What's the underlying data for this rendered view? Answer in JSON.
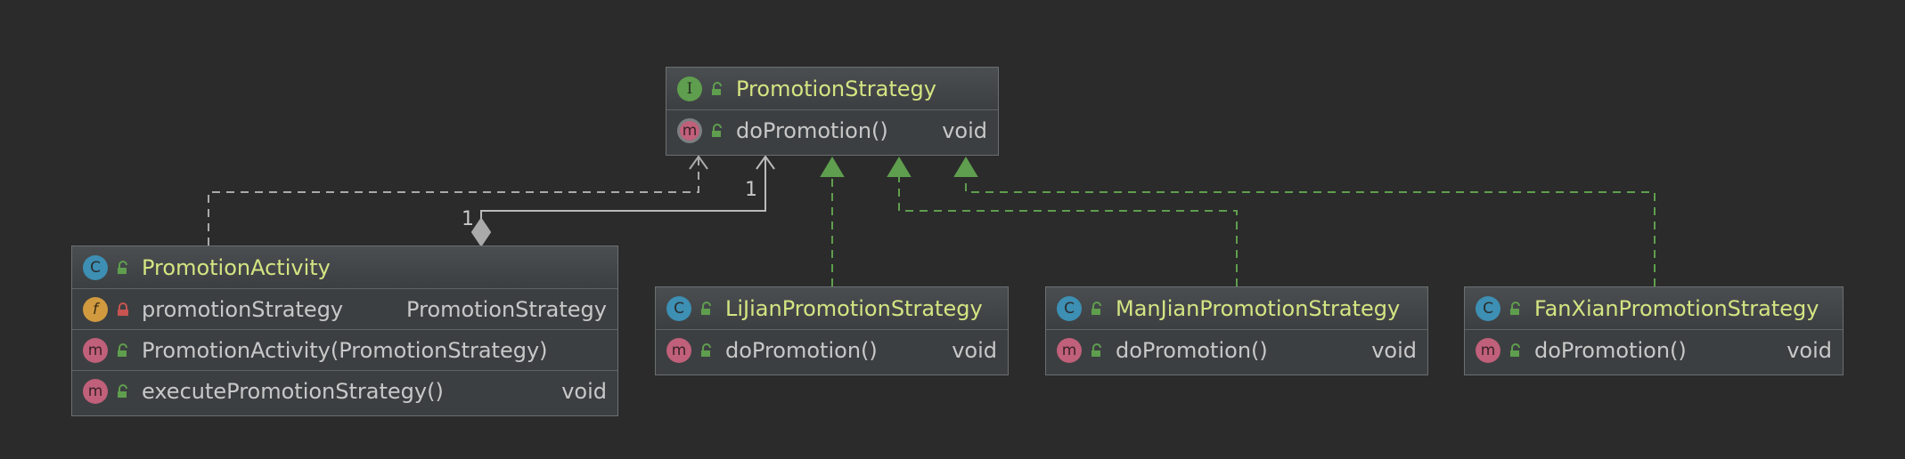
{
  "interface": {
    "badge": "I",
    "name": "PromotionStrategy",
    "methods": [
      {
        "badge": "m",
        "name": "doPromotion()",
        "type": "void"
      }
    ]
  },
  "activity": {
    "badge": "C",
    "name": "PromotionActivity",
    "field": {
      "badge": "f",
      "name": "promotionStrategy",
      "type": "PromotionStrategy"
    },
    "constructor": {
      "badge": "m",
      "name": "PromotionActivity(PromotionStrategy)"
    },
    "method": {
      "badge": "m",
      "name": "executePromotionStrategy()",
      "type": "void"
    }
  },
  "lijian": {
    "badge": "C",
    "name": "LiJianPromotionStrategy",
    "method": {
      "badge": "m",
      "name": "doPromotion()",
      "type": "void"
    }
  },
  "manjian": {
    "badge": "C",
    "name": "ManJianPromotionStrategy",
    "method": {
      "badge": "m",
      "name": "doPromotion()",
      "type": "void"
    }
  },
  "fanxian": {
    "badge": "C",
    "name": "FanXianPromotionStrategy",
    "method": {
      "badge": "m",
      "name": "doPromotion()",
      "type": "void"
    }
  },
  "relations": {
    "aggregation_source_multiplicity": "1",
    "aggregation_target_multiplicity": "1"
  },
  "colors": {
    "background": "#2b2b2b",
    "box": "#3c3f41",
    "title": "#d3e582",
    "realization": "#5f9e4e",
    "dependency": "#aaaaaa"
  }
}
